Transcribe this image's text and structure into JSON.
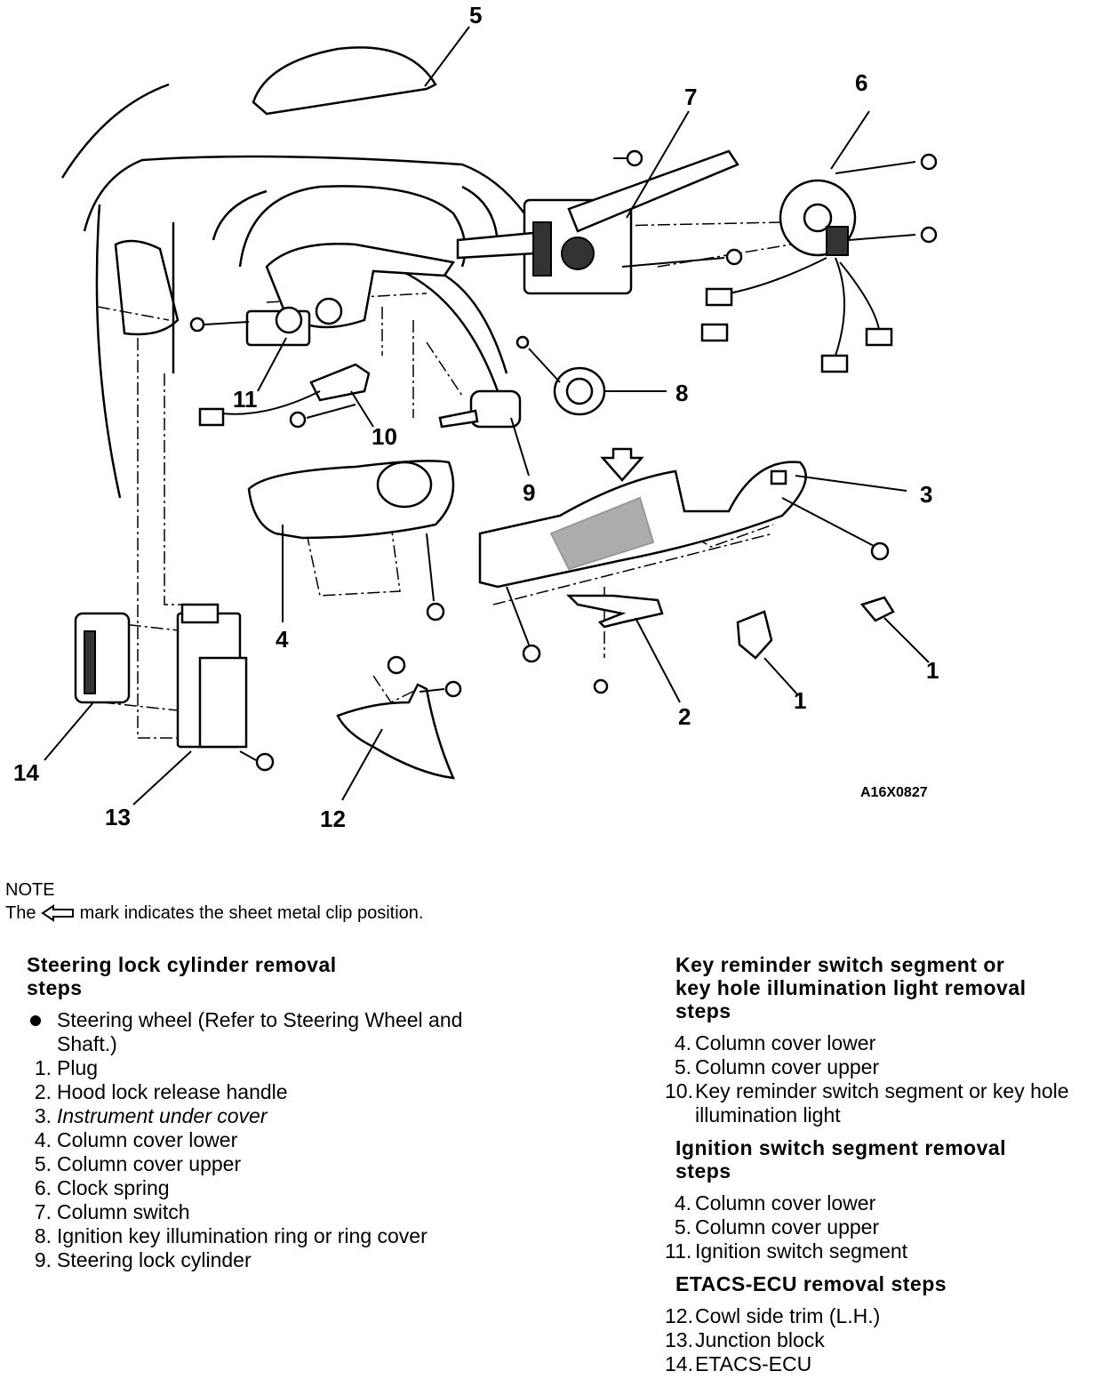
{
  "figure": {
    "code": "A16X0827",
    "callouts": [
      "1",
      "1",
      "2",
      "3",
      "4",
      "5",
      "6",
      "7",
      "8",
      "9",
      "10",
      "11",
      "12",
      "13",
      "14"
    ]
  },
  "note": {
    "heading": "NOTE",
    "text_before": "The",
    "text_after": "mark indicates the sheet metal clip position."
  },
  "sections": {
    "steering_lock": {
      "heading_line1": "Steering lock cylinder removal",
      "heading_line2": "steps",
      "items": [
        {
          "num": "",
          "text": "Steering wheel (Refer to Steering Wheel and Shaft.)"
        },
        {
          "num": "1.",
          "text": "Plug"
        },
        {
          "num": "2.",
          "text": "Hood lock release handle"
        },
        {
          "num": "3.",
          "text": "Instrument under cover"
        },
        {
          "num": "4.",
          "text": "Column cover lower"
        },
        {
          "num": "5.",
          "text": "Column cover upper"
        },
        {
          "num": "6.",
          "text": "Clock spring"
        },
        {
          "num": "7.",
          "text": "Column switch"
        },
        {
          "num": "8.",
          "text": "Ignition key illumination ring or ring cover"
        },
        {
          "num": "9.",
          "text": "Steering lock cylinder"
        }
      ]
    },
    "key_reminder": {
      "heading_line1": "Key reminder switch segment or",
      "heading_line2": "key hole illumination light removal",
      "heading_line3": "steps",
      "items": [
        {
          "num": "4.",
          "text": "Column cover lower"
        },
        {
          "num": "5.",
          "text": "Column cover upper"
        },
        {
          "num": "10.",
          "text": "Key reminder switch segment or key hole illumination light"
        }
      ]
    },
    "ignition_switch": {
      "heading_line1": "Ignition switch segment removal",
      "heading_line2": "steps",
      "items": [
        {
          "num": "4.",
          "text": "Column cover lower"
        },
        {
          "num": "5.",
          "text": "Column cover upper"
        },
        {
          "num": "11.",
          "text": "Ignition switch segment"
        }
      ]
    },
    "etacs": {
      "heading": "ETACS-ECU removal steps",
      "items": [
        {
          "num": "12.",
          "text": "Cowl side trim (L.H.)"
        },
        {
          "num": "13.",
          "text": "Junction block"
        },
        {
          "num": "14.",
          "text": "ETACS-ECU"
        }
      ]
    }
  }
}
